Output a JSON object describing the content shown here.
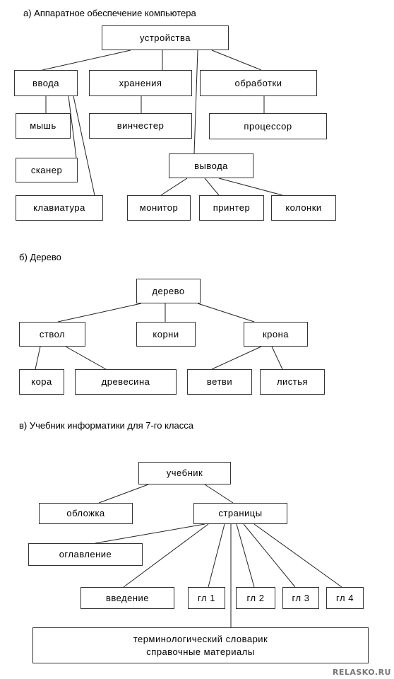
{
  "sections": {
    "a": "а) Аппаратное обеспечение компьютера",
    "b": "б) Дерево",
    "c": "в) Учебник информатики для 7-го класса"
  },
  "hardware": {
    "devices": "устройства",
    "input": "ввода",
    "storage": "хранения",
    "processing": "обработки",
    "mouse": "мышь",
    "hdd": "винчестер",
    "cpu": "процессор",
    "scanner": "сканер",
    "output": "вывода",
    "keyboard": "клавиатура",
    "monitor": "монитор",
    "printer": "принтер",
    "speakers": "колонки"
  },
  "tree": {
    "tree": "дерево",
    "trunk": "ствол",
    "roots": "корни",
    "crown": "крона",
    "bark": "кора",
    "wood": "древесина",
    "branches": "ветви",
    "leaves": "листья"
  },
  "textbook": {
    "textbook": "учебник",
    "cover": "обложка",
    "pages": "страницы",
    "toc": "оглавление",
    "intro": "введение",
    "ch1": "гл 1",
    "ch2": "гл 2",
    "ch3": "гл 3",
    "ch4": "гл 4",
    "glossary_line1": "терминологический словарик",
    "glossary_line2": "справочные материалы"
  },
  "watermark": "RELASKO.RU"
}
